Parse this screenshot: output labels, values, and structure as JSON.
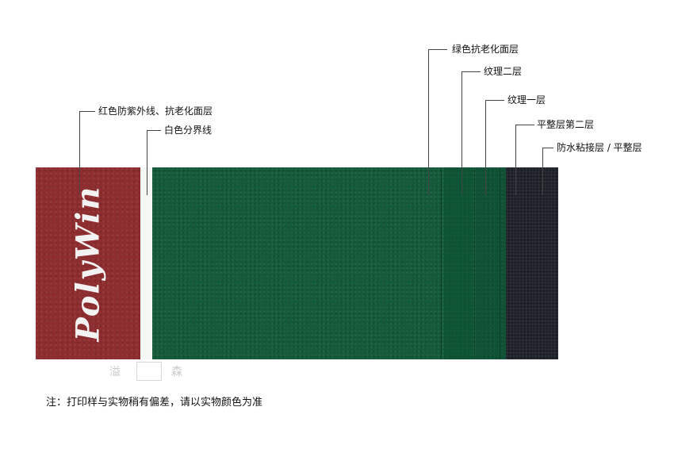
{
  "diagram": {
    "brand_logo": "PolyWin",
    "labels": {
      "green_anti_aging_layer": "绿色抗老化面层",
      "texture_layer_2": "纹理二层",
      "texture_layer_1": "纹理一层",
      "leveling_layer_2": "平整层第二层",
      "waterproof_bonding_layer": "防水粘接层 / 平整层",
      "red_uv_layer": "红色防紫外线、抗老化面层",
      "white_boundary_line": "白色分界线"
    },
    "colors": {
      "red_surface": "#8e2d2f",
      "white_line": "#f4f7f4",
      "green_surface": "#135a3a",
      "dark_base": "#1d1f28"
    },
    "watermark": [
      "溢",
      "森"
    ],
    "footnote": "注：打印样与实物稍有偏差，请以实物颜色为准"
  }
}
